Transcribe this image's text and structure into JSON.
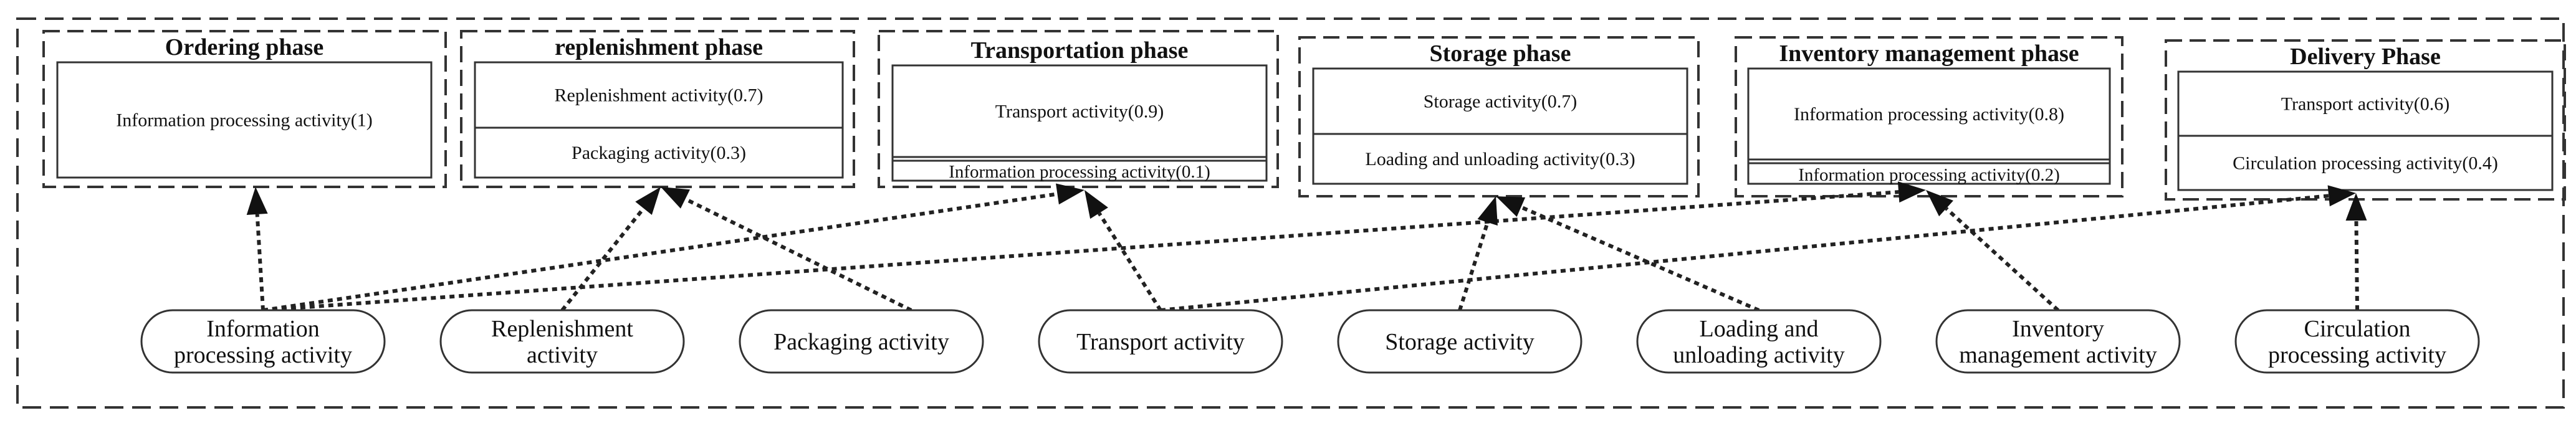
{
  "phases": [
    {
      "title": "Ordering phase",
      "activities": [
        "Information processing activity(1)"
      ]
    },
    {
      "title": "replenishment phase",
      "activities": [
        "Replenishment activity(0.7)",
        "Packaging activity(0.3)"
      ]
    },
    {
      "title": "Transportation phase",
      "activities": [
        "Transport activity(0.9)",
        "Information processing activity(0.1)"
      ]
    },
    {
      "title": "Storage phase",
      "activities": [
        "Storage activity(0.7)",
        "Loading and unloading activity(0.3)"
      ]
    },
    {
      "title": "Inventory management phase",
      "activities": [
        "Information processing activity(0.8)",
        "Information processing activity(0.2)"
      ]
    },
    {
      "title": "Delivery Phase",
      "activities": [
        "Transport activity(0.6)",
        "Circulation processing activity(0.4)"
      ]
    }
  ],
  "activities": [
    {
      "lines": [
        "Information",
        "processing activity"
      ]
    },
    {
      "lines": [
        "Replenishment",
        "activity"
      ]
    },
    {
      "lines": [
        "Packaging activity"
      ]
    },
    {
      "lines": [
        "Transport activity"
      ]
    },
    {
      "lines": [
        "Storage activity"
      ]
    },
    {
      "lines": [
        "Loading and",
        "unloading activity"
      ]
    },
    {
      "lines": [
        "Inventory",
        "management activity"
      ]
    },
    {
      "lines": [
        "Circulation",
        "processing activity"
      ]
    }
  ],
  "connections": [
    {
      "from": 0,
      "to": 0
    },
    {
      "from": 0,
      "to": 2
    },
    {
      "from": 0,
      "to": 4
    },
    {
      "from": 1,
      "to": 1
    },
    {
      "from": 2,
      "to": 1
    },
    {
      "from": 3,
      "to": 2
    },
    {
      "from": 3,
      "to": 5
    },
    {
      "from": 4,
      "to": 3
    },
    {
      "from": 5,
      "to": 3
    },
    {
      "from": 6,
      "to": 4
    },
    {
      "from": 7,
      "to": 5
    }
  ]
}
